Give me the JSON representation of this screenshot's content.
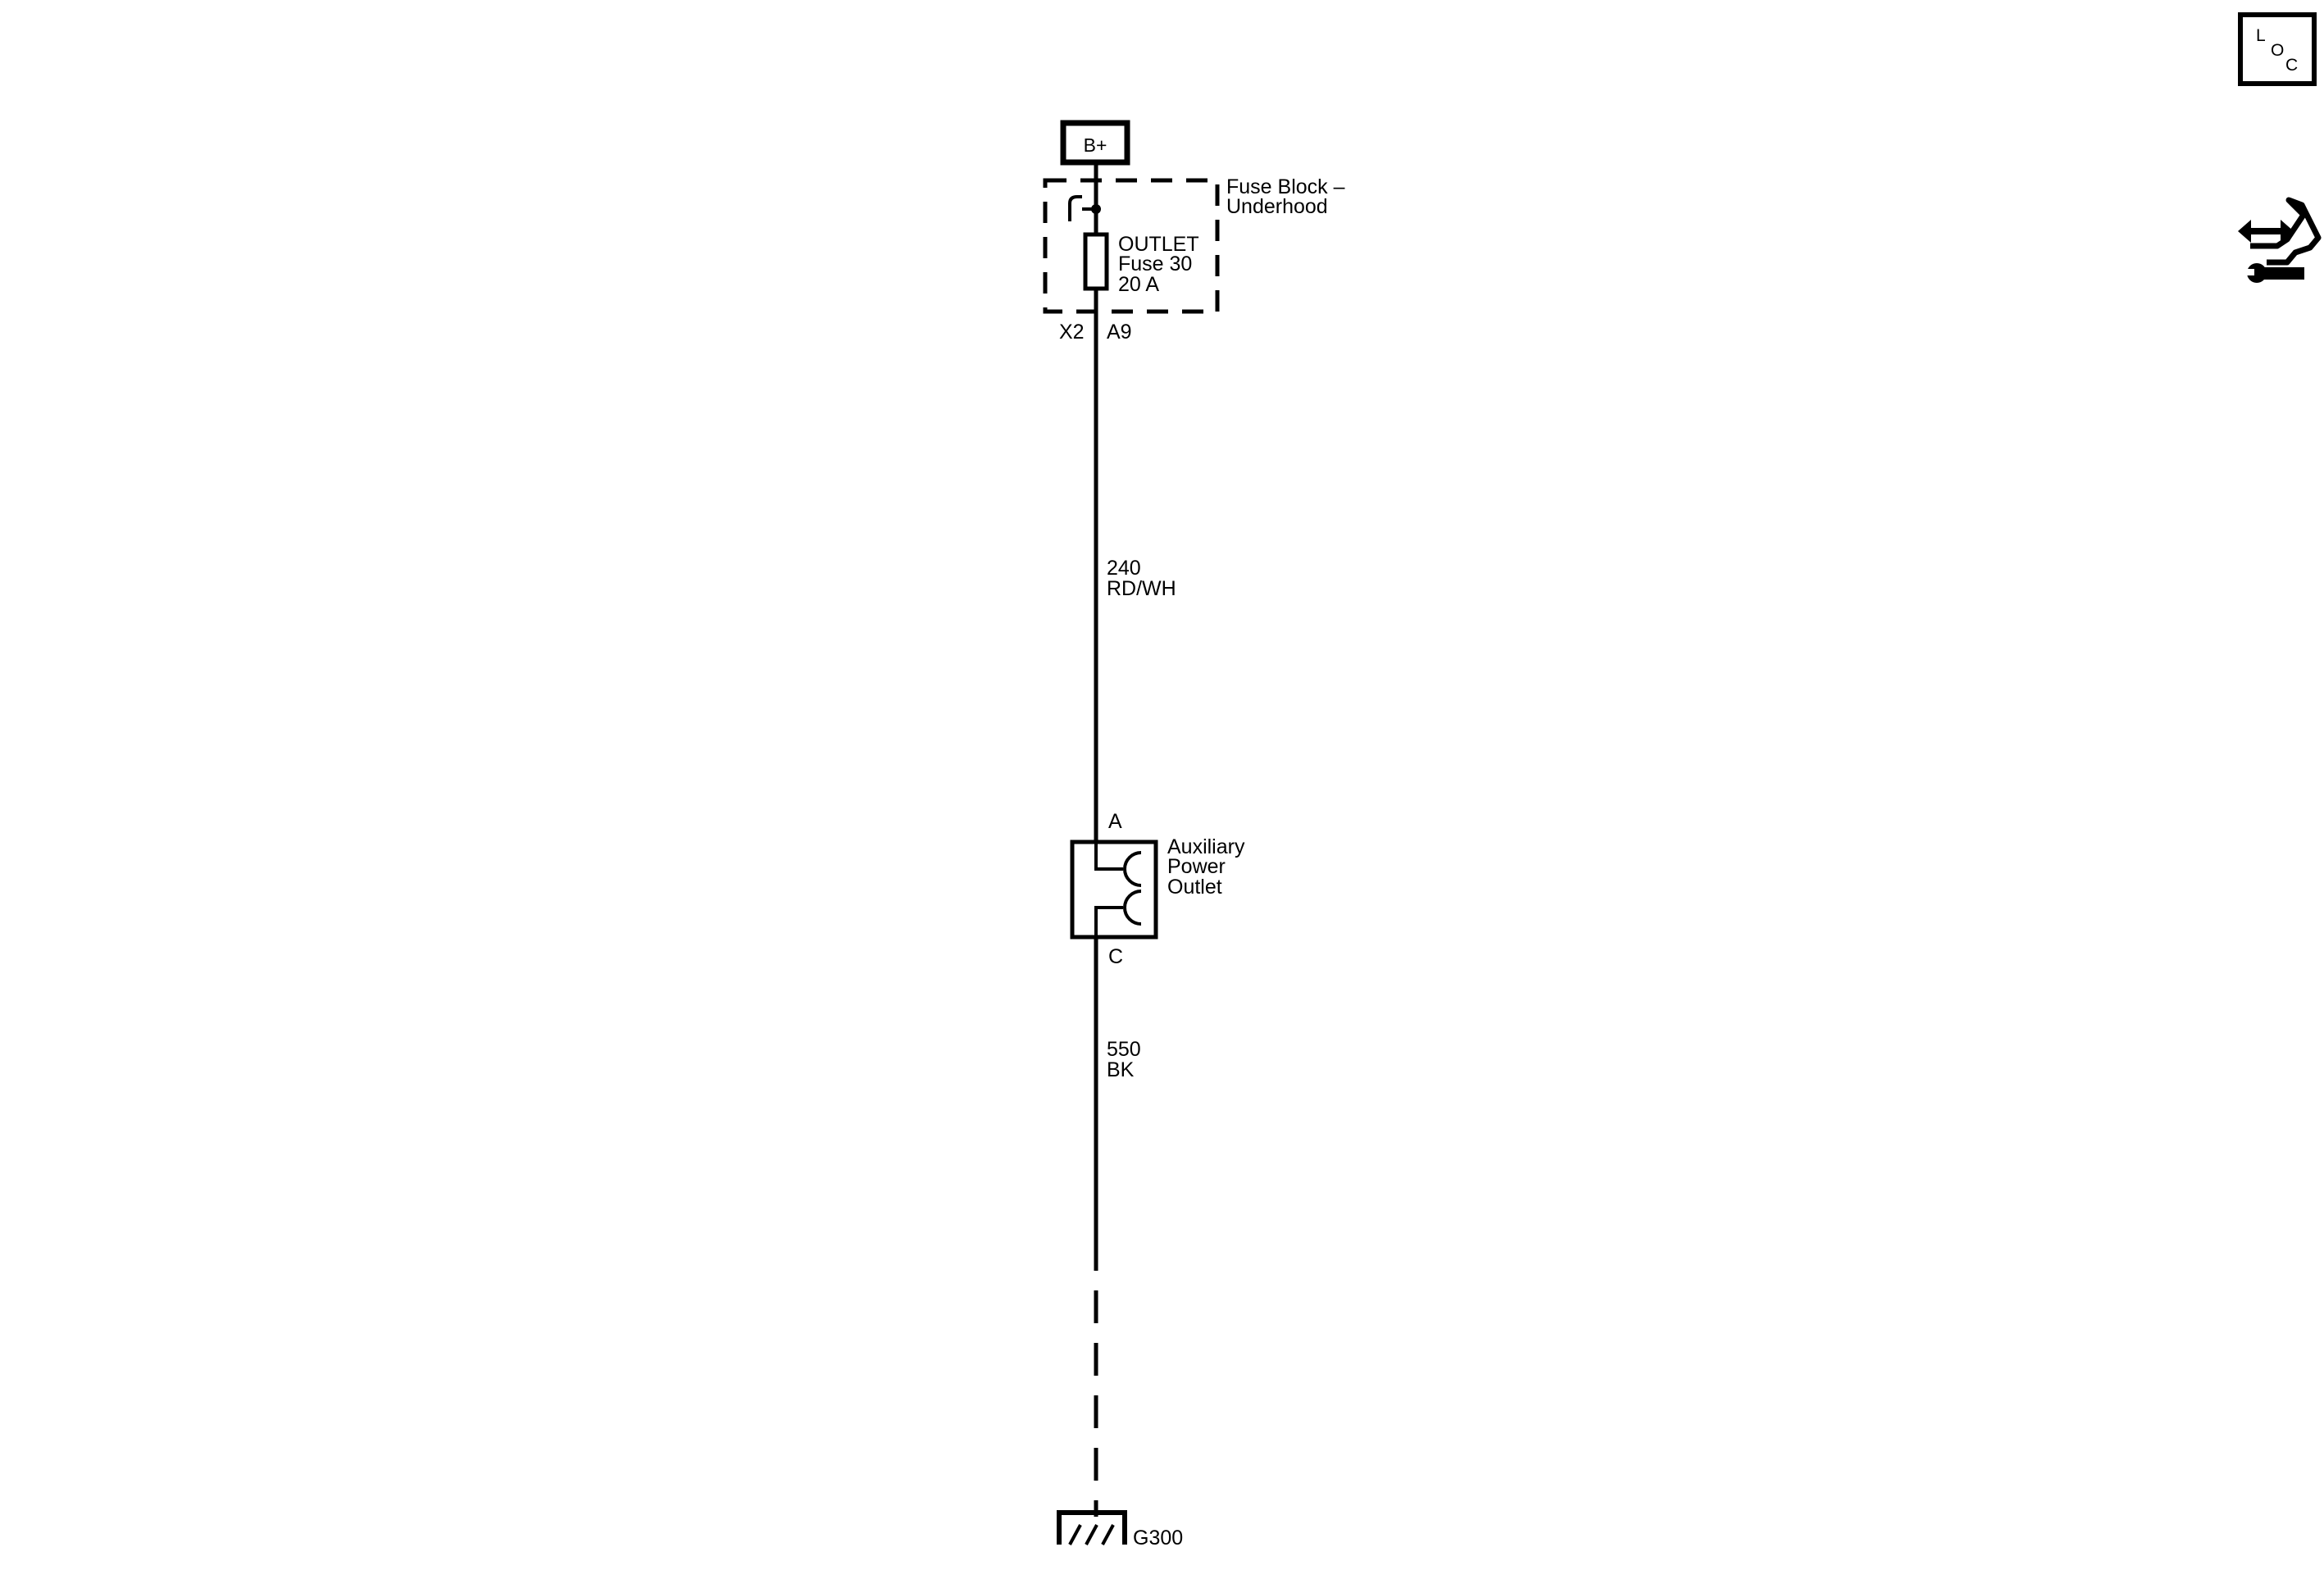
{
  "power_source": {
    "label": "B+"
  },
  "fuse_block": {
    "name_line1": "Fuse Block –",
    "name_line2": "Underhood",
    "connector": "X2",
    "pin": "A9"
  },
  "fuse": {
    "name": "OUTLET",
    "number": "Fuse 30",
    "rating": "20 A"
  },
  "wire_supply": {
    "circuit": "240",
    "color": "RD/WH"
  },
  "outlet": {
    "name_line1": "Auxiliary",
    "name_line2": "Power",
    "name_line3": "Outlet",
    "pin_top": "A",
    "pin_bottom": "C"
  },
  "wire_ground": {
    "circuit": "550",
    "color": "BK"
  },
  "ground": {
    "label": "G300"
  },
  "loc_icon": {
    "letter1": "L",
    "letter2": "O",
    "letter3": "C"
  },
  "icons": {
    "loc": "loc-icon",
    "connector_views": "connector-wrench-icon",
    "ground_symbol": "ground-icon",
    "fuse_symbol": "fuse-icon"
  }
}
